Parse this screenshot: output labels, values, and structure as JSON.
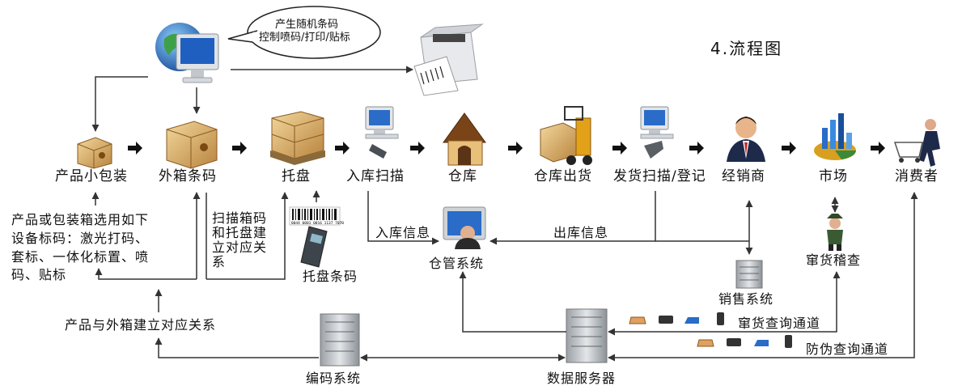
{
  "title": "4.流程图",
  "bubble": [
    "产生随机条码",
    "控制喷码/打印/贴标"
  ],
  "nodes": {
    "small_pack": "产品小包装",
    "outer_box": "外箱条码",
    "pallet": "托盘",
    "inbound_scan": "入库扫描",
    "warehouse": "仓库",
    "outbound": "仓库出货",
    "ship_scan": "发货扫描/登记",
    "dealer": "经销商",
    "market": "市场",
    "consumer": "消费者"
  },
  "notes": {
    "marking": [
      "产品或包装箱选用如下",
      "设备标码：激光打码、",
      "套标、一体化标置、喷",
      "码、贴标"
    ],
    "scan_box": [
      "扫描箱码",
      "和托盘建",
      "立对应关",
      "系"
    ],
    "pallet_code": "托盘条码",
    "inbound_info": "入库信息",
    "outbound_info": "出库信息",
    "wms": "仓管系统",
    "sales_system": "销售系统",
    "inspection": "窜货稽查",
    "link": "产品与外箱建立对应关系",
    "coding_system": "编码系统",
    "data_server": "数据服务器",
    "diversion_channel": "窜货查询通道",
    "anticounterfeit_channel": "防伪查询通道"
  },
  "barcode_digits": "0044 0001 0016 1137 7070",
  "colors": {
    "line": "#333333",
    "box_light": "#e8c888",
    "box_dark": "#b07a3a",
    "server": "#c8ccd0",
    "globe_blue": "#2d6cc0"
  }
}
